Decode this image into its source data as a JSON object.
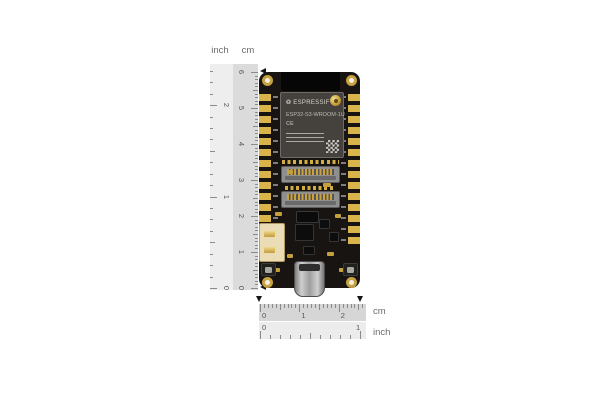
{
  "rulers": {
    "header": {
      "inch_label": "inch",
      "cm_label": "cm"
    },
    "vertical": {
      "cm_numbers": [
        "6",
        "5",
        "4",
        "3",
        "2",
        "1",
        "0"
      ],
      "inch_numbers": [
        "2",
        "1",
        "0"
      ],
      "cm_range": [
        0,
        6
      ],
      "inch_range": [
        0,
        2
      ]
    },
    "horizontal": {
      "cm_numbers": [
        "0",
        "1",
        "2"
      ],
      "inch_numbers": [
        "0",
        "1"
      ],
      "cm_label": "cm",
      "inch_label": "inch",
      "cm_range": [
        0,
        2.7
      ],
      "inch_range": [
        0,
        1
      ]
    }
  },
  "board": {
    "module": {
      "brand": "ESPRESSIF",
      "model": "ESP32-S3-WROOM-1U",
      "ce_mark": "CE"
    },
    "icons": {
      "espressif_logo_glyph": "❂",
      "qr_code": "qr-code-icon",
      "ufl_antenna_connector": "ufl-connector-icon"
    }
  },
  "colors": {
    "background": "#ffffff",
    "pcb_black": "#171411",
    "pin_gold": "#d8b44a",
    "ruler_cm_bg": "#dbdbdb",
    "ruler_inch_bg": "#ededed",
    "arrow_black": "#151515",
    "jst_cream": "#eadcb4",
    "usb_metal": "#b5b5b5"
  }
}
